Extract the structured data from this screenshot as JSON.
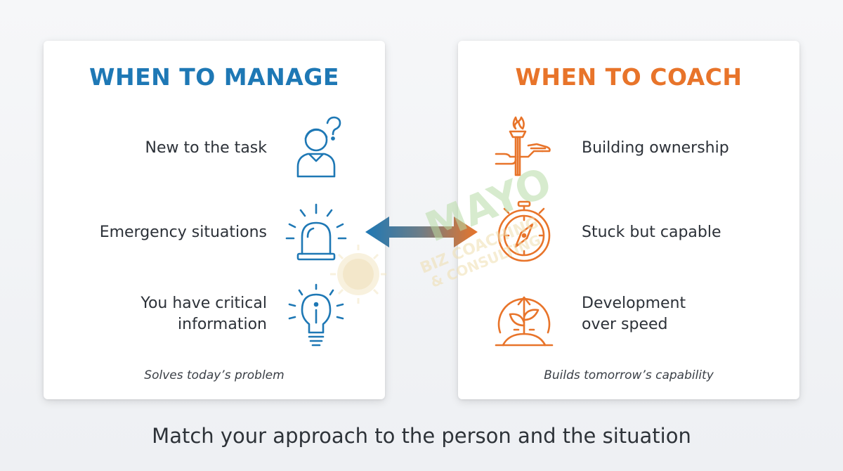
{
  "manage": {
    "title": "WHEN TO MANAGE",
    "items": [
      {
        "label": "New to the task",
        "icon": "confused-person-icon"
      },
      {
        "label": "Emergency situations",
        "icon": "alarm-siren-icon"
      },
      {
        "label_lines": [
          "You have critical",
          "information"
        ],
        "icon": "info-lightbulb-icon"
      }
    ],
    "footer": "Solves today’s problem",
    "color": "#1e78b5"
  },
  "coach": {
    "title": "WHEN TO COACH",
    "items": [
      {
        "label": "Building ownership",
        "icon": "torch-handoff-icon"
      },
      {
        "label": "Stuck but capable",
        "icon": "compass-stopwatch-icon"
      },
      {
        "label_lines": [
          "Development",
          "over speed"
        ],
        "icon": "sprouting-plant-icon"
      }
    ],
    "footer": "Builds tomorrow’s capability",
    "color": "#e8742a"
  },
  "caption": "Match your approach to the person and the situation",
  "watermark": {
    "line1": "MAYO",
    "line2": "BIZ COACHING",
    "line3": "& CONSULTING"
  }
}
